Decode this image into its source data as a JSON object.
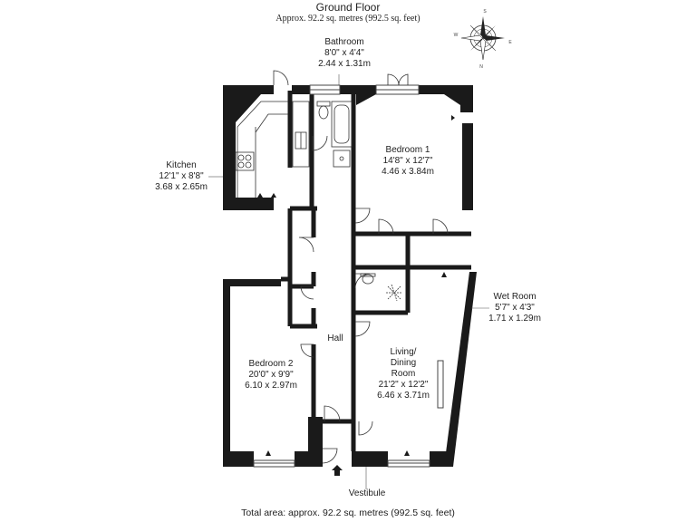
{
  "header": {
    "title": "Ground Floor",
    "subtitle": "Approx. 92.2 sq. metres (992.5 sq. feet)"
  },
  "footer": {
    "total_area": "Total area: approx. 92.2 sq. metres (992.5 sq. feet)"
  },
  "compass": {
    "letters": {
      "n": "N",
      "s": "S",
      "e": "E",
      "w": "W"
    }
  },
  "rooms": {
    "bathroom": {
      "name": "Bathroom",
      "imperial": "8'0\" x 4'4\"",
      "metric": "2.44 x 1.31m"
    },
    "kitchen": {
      "name": "Kitchen",
      "imperial": "12'1\" x 8'8\"",
      "metric": "3.68 x 2.65m"
    },
    "bedroom1": {
      "name": "Bedroom 1",
      "imperial": "14'8\" x 12'7\"",
      "metric": "4.46 x 3.84m"
    },
    "wetroom": {
      "name": "Wet Room",
      "imperial": "5'7\" x 4'3\"",
      "metric": "1.71 x 1.29m"
    },
    "bedroom2": {
      "name": "Bedroom 2",
      "imperial": "20'0\" x 9'9\"",
      "metric": "6.10 x 2.97m"
    },
    "living": {
      "line1": "Living/",
      "line2": "Dining",
      "line3": "Room",
      "imperial": "21'2\" x 12'2\"",
      "metric": "6.46 x 3.71m"
    },
    "hall": {
      "name": "Hall"
    },
    "vestibule": {
      "name": "Vestibule"
    }
  }
}
